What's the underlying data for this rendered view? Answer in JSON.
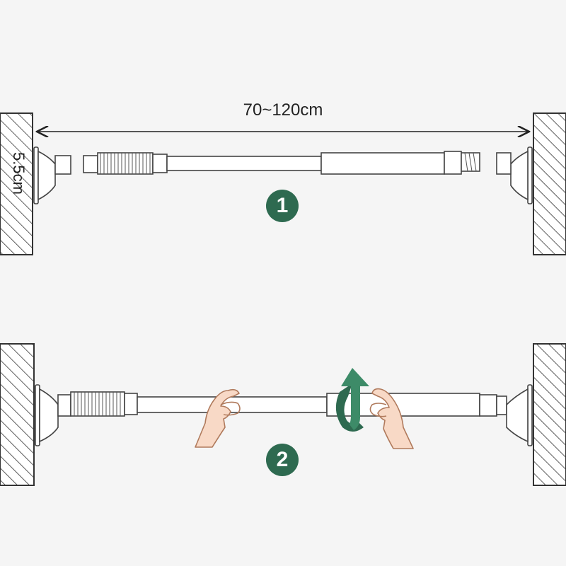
{
  "diagram": {
    "span_label": "70~120cm",
    "depth_label": "5.5cm",
    "steps": [
      {
        "number": "1"
      },
      {
        "number": "2"
      }
    ]
  },
  "colors": {
    "background": "#f5f5f5",
    "accent_green": "#2e6a50",
    "line": "#333333",
    "hand_fill": "#f8d9c6",
    "hand_stroke": "#b07a5c"
  },
  "icons": [
    "wall-hatch",
    "suction-cup",
    "rotate-arrow-icon",
    "hand-icon"
  ]
}
